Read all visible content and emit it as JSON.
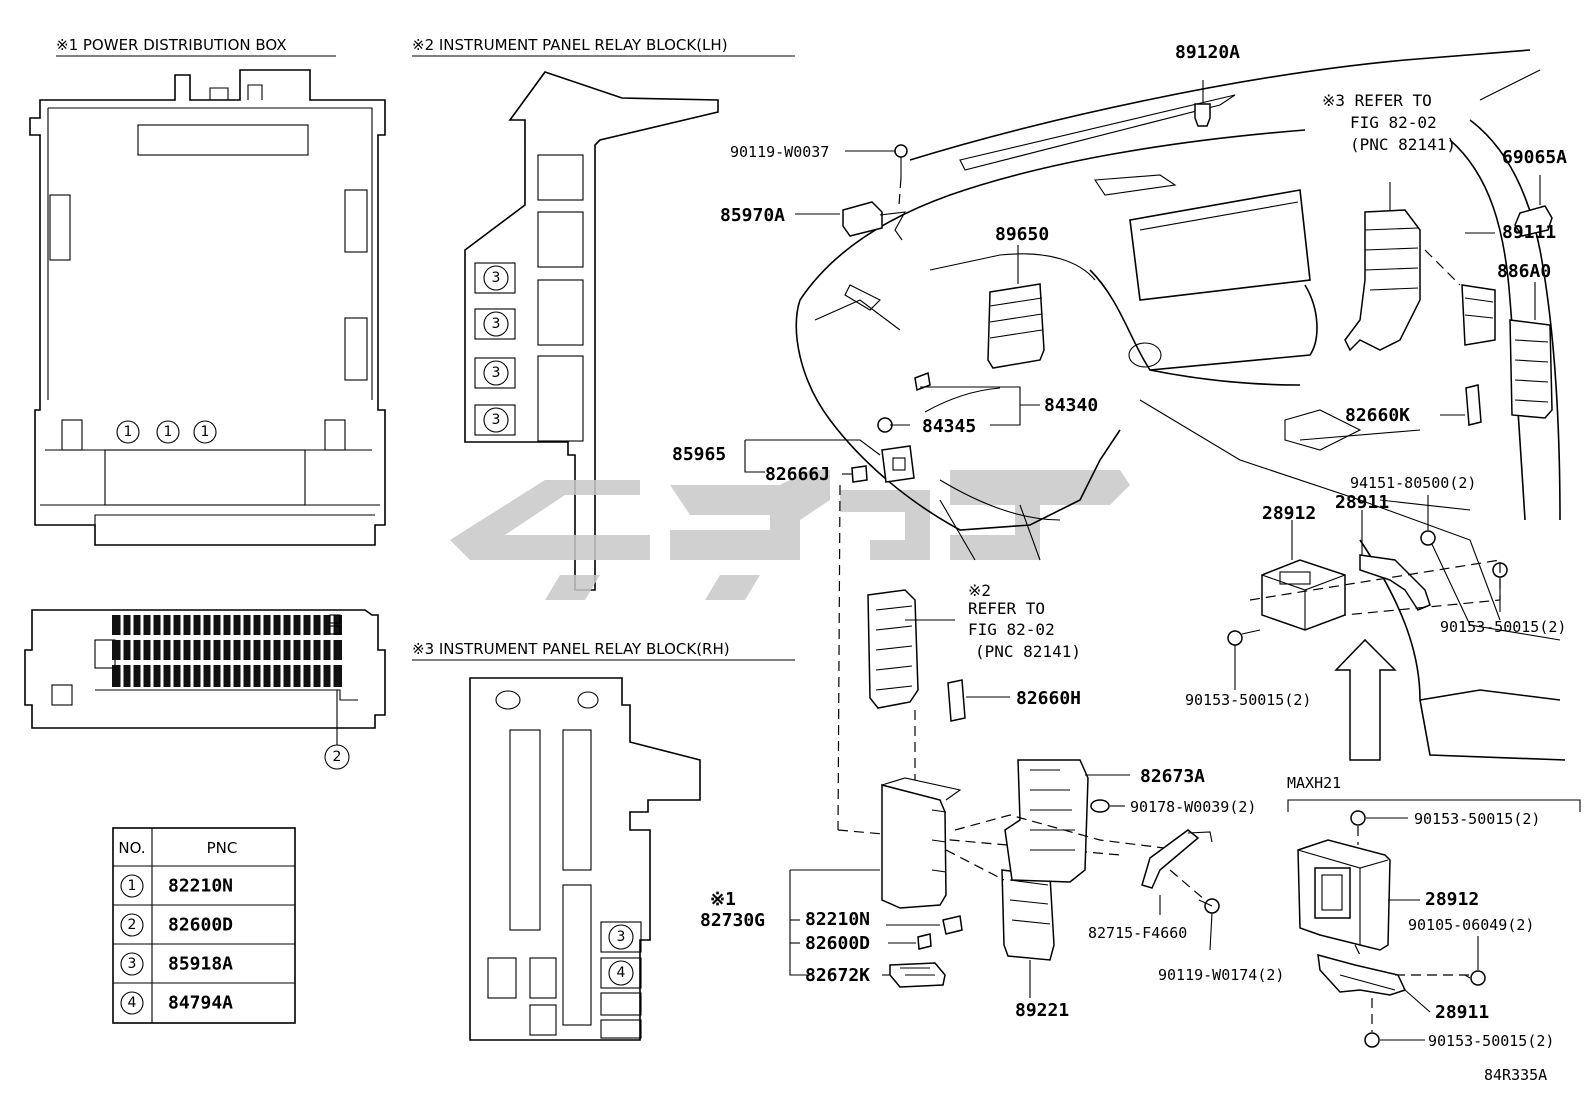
{
  "sections": {
    "power_distribution_box": "※1  POWER DISTRIBUTION BOX",
    "ip_relay_block_lh": "※2 INSTRUMENT PANEL RELAY BLOCK(LH)",
    "ip_relay_block_rh": "※3 INSTRUMENT PANEL RELAY BLOCK(RH)"
  },
  "pnc_table": {
    "header_no": "NO.",
    "header_pnc": "PNC",
    "rows": [
      {
        "no": "1",
        "pnc": "82210N"
      },
      {
        "no": "2",
        "pnc": "82600D"
      },
      {
        "no": "3",
        "pnc": "85918A"
      },
      {
        "no": "4",
        "pnc": "84794A"
      }
    ]
  },
  "callouts": {
    "c1": "1",
    "c2": "2",
    "c3": "3",
    "c4": "4"
  },
  "refs": {
    "ref3_line1": "※3 REFER TO",
    "ref3_line2": "FIG 82-02",
    "ref3_line3": "(PNC 82141)",
    "ref2_mark": "※2",
    "ref2_line1": "REFER TO",
    "ref2_line2": "FIG 82-02",
    "ref2_line3": "(PNC 82141)",
    "mark1": "※1"
  },
  "parts": {
    "p89120A": "89120A",
    "p90119W0037": "90119-W0037",
    "p85970A": "85970A",
    "p89650": "89650",
    "p69065A": "69065A",
    "p89111": "89111",
    "p886A0": "886A0",
    "p84340": "84340",
    "p84345": "84345",
    "p85965": "85965",
    "p82666J": "82666J",
    "p82660K": "82660K",
    "p94151": "94151-80500(2)",
    "p28912a": "28912",
    "p28911a": "28911",
    "p90153a": "90153-50015(2)",
    "p90153b": "90153-50015(2)",
    "p82660H": "82660H",
    "p82673A": "82673A",
    "p90178": "90178-W0039(2)",
    "variant": "MAXH21",
    "p90153c": "90153-50015(2)",
    "p28912b": "28912",
    "p90105": "90105-06049(2)",
    "p82730G": "82730G",
    "p82210N": "82210N",
    "p82600D": "82600D",
    "p82672K": "82672K",
    "p82715": "82715-F4660",
    "p90119W0174": "90119-W0174(2)",
    "p89221": "89221",
    "p28911b": "28911",
    "p90153d": "90153-50015(2)"
  },
  "figure_code": "84R335A"
}
